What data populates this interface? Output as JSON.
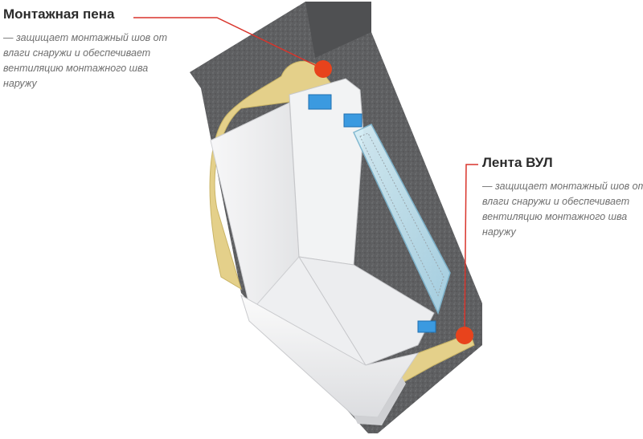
{
  "callouts": {
    "foam": {
      "title": "Монтажная пена",
      "lines": [
        "— защищает монтажный шов от",
        "влаги снаружи и обеспечивает",
        "вентиляцию монтажного шва",
        "наружу"
      ]
    },
    "tape": {
      "title": "Лента ВУЛ",
      "lines": [
        "— защищает монтажный шов от",
        "влаги снаружи и обеспечивает",
        "вентиляцию монтажного шва",
        "наружу"
      ]
    }
  },
  "colors": {
    "accent": "#e8431c",
    "leader_line": "#d9342b",
    "wall": "#5d5d5f",
    "foam": "#e6d38c",
    "pvc": "#f4f5f6",
    "glass": "#bfe0ee",
    "reinforcement": "#2f8fd6"
  }
}
